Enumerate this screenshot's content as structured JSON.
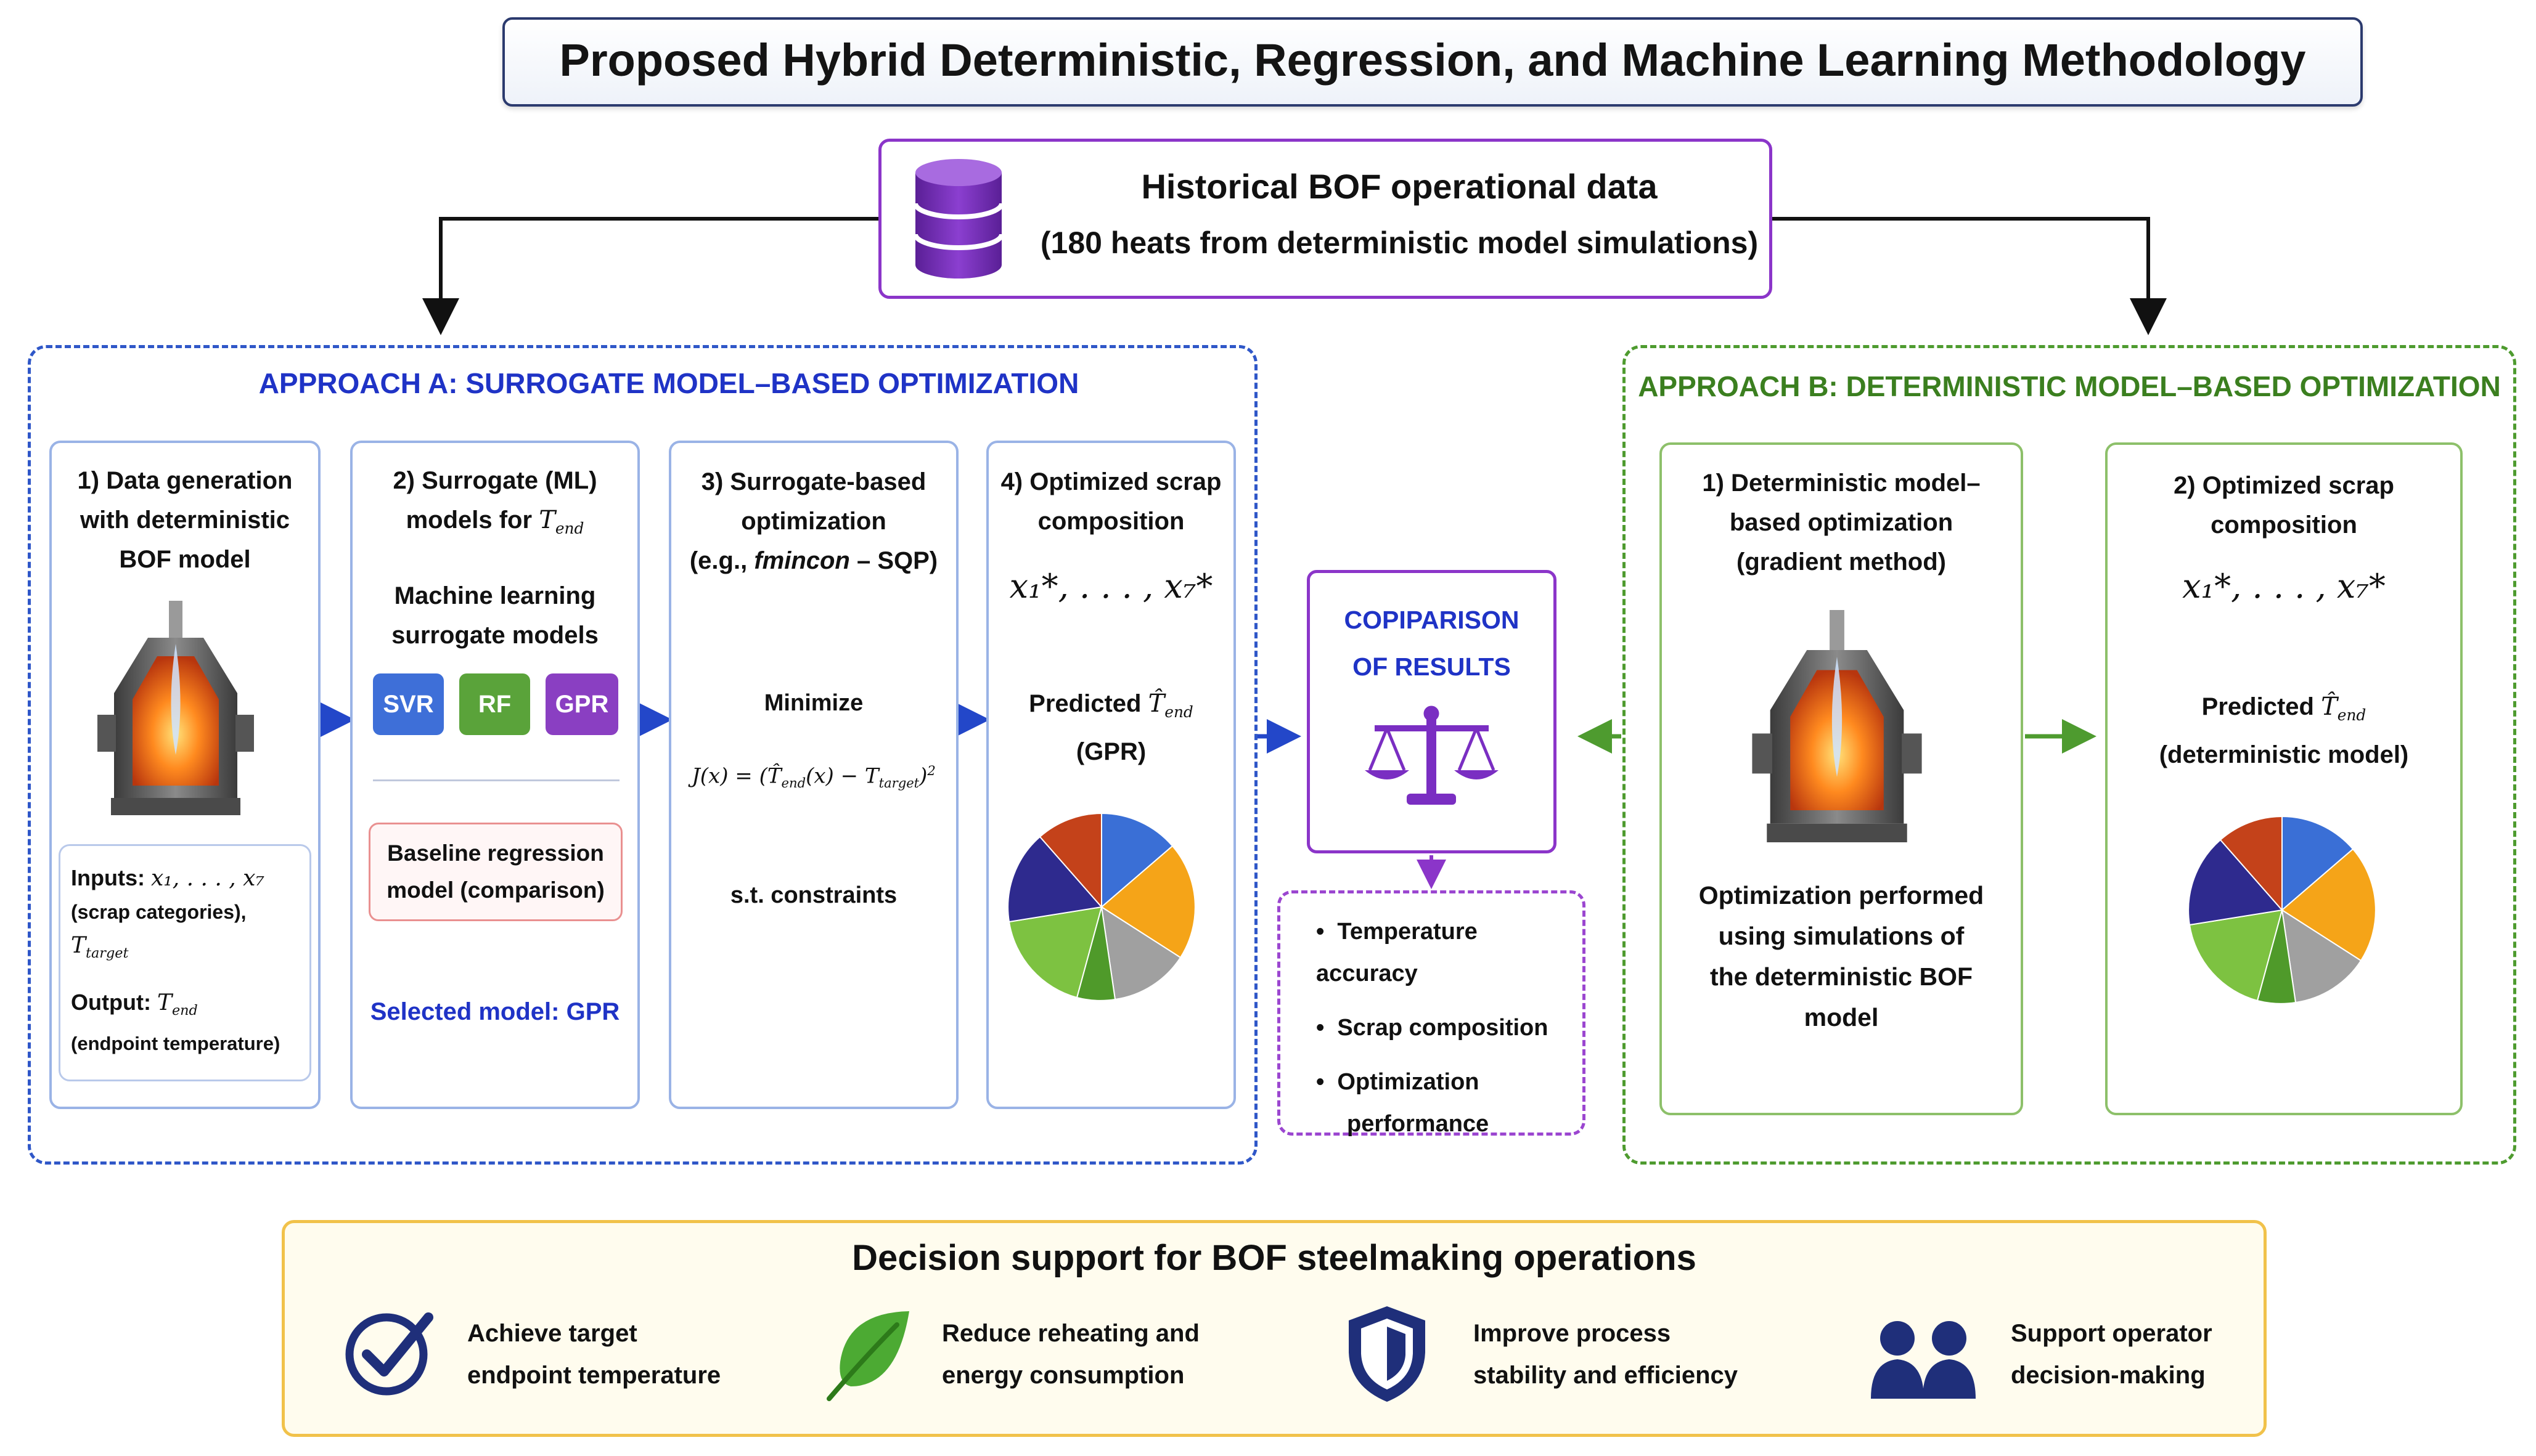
{
  "title": "Proposed Hybrid Deterministic, Regression, and Machine Learning Methodology",
  "historical": {
    "line1": "Historical BOF operational data",
    "line2": "(180 heats from deterministic model simulations)"
  },
  "approach_a": {
    "title": "APPROACH A: SURROGATE MODEL–BASED OPTIMIZATION",
    "step1": {
      "title_l1": "1) Data generation",
      "title_l2": "with deterministic",
      "title_l3": "BOF model",
      "inputs_label": "Inputs:",
      "inputs_vars": "x₁, . . . , x₇",
      "inputs_note": "(scrap categories),",
      "inputs_target_var": "T",
      "inputs_target_sub": "target",
      "output_label": "Output:",
      "output_var": "T",
      "output_sub": "end",
      "output_note": "(endpoint temperature)"
    },
    "step2": {
      "title_l1": "2) Surrogate (ML)",
      "title_l2": "models for",
      "title_var": "T",
      "title_sub": "end",
      "sub_l1": "Machine learning",
      "sub_l2": "surrogate models",
      "models": [
        "SVR",
        "RF",
        "GPR"
      ],
      "baseline_l1": "Baseline regression",
      "baseline_l2": "model (comparison)",
      "selected": "Selected model: GPR"
    },
    "step3": {
      "title_l1": "3) Surrogate-based",
      "title_l2": "optimization",
      "title_l3_pre": "(e.g., ",
      "title_l3_em": "fmincon",
      "title_l3_post": " – SQP)",
      "minimize": "Minimize",
      "formula_lhs": "J(x) = (",
      "formula_t1": "T̂",
      "formula_t1_sub": "end",
      "formula_mid": "(x) − T",
      "formula_t2_sub": "target",
      "formula_rhs": ")",
      "formula_exp": "2",
      "constraints": "s.t. constraints"
    },
    "step4": {
      "title_l1": "4) Optimized scrap",
      "title_l2": "composition",
      "vars": "x₁*, . . . , x₇*",
      "pred_label": "Predicted",
      "pred_var": "T̂",
      "pred_sub": "end",
      "pred_note": "(GPR)"
    }
  },
  "approach_b": {
    "title": "APPROACH B: DETERMINISTIC MODEL–BASED OPTIMIZATION",
    "step1": {
      "title_l1": "1) Deterministic model–",
      "title_l2": "based optimization",
      "title_l3": "(gradient method)",
      "desc_l1": "Optimization performed",
      "desc_l2": "using simulations of",
      "desc_l3": "the deterministic BOF",
      "desc_l4": "model"
    },
    "step2": {
      "title_l1": "2) Optimized scrap",
      "title_l2": "composition",
      "vars": "x₁*, . . . , x₇*",
      "pred_label": "Predicted",
      "pred_var": "T̂",
      "pred_sub": "end",
      "pred_note": "(deterministic model)"
    }
  },
  "comparison": {
    "title_l1": "COPIPARISON",
    "title_l2": "OF RESULTS",
    "items": [
      "Temperature accuracy",
      "Scrap composition",
      "Optimization",
      "performance"
    ]
  },
  "decision": {
    "title": "Decision support for BOF steelmaking operations",
    "items": [
      {
        "l1": "Achieve target",
        "l2": "endpoint temperature",
        "icon": "check-circle-icon"
      },
      {
        "l1": "Reduce reheating and",
        "l2": "energy consumption",
        "icon": "leaf-icon"
      },
      {
        "l1": "Improve process",
        "l2": "stability and efficiency",
        "icon": "shield-icon"
      },
      {
        "l1": "Support operator",
        "l2": "decision-making",
        "icon": "people-icon"
      }
    ]
  },
  "colors": {
    "approach_a": "#1f33c6",
    "approach_b": "#3b7f1f",
    "purple": "#8b35c9",
    "svr": "#3e6fd8",
    "rf": "#5aa33a",
    "gpr": "#8a3fc2",
    "navy": "#1f2f7a"
  }
}
